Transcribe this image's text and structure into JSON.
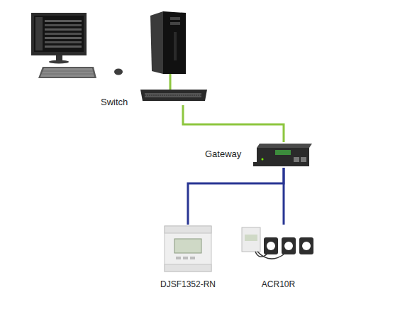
{
  "diagram": {
    "nodes": [
      {
        "text": [
          "Switch"
        ]
      },
      {
        "text": [
          "Gateway"
        ]
      },
      {
        "text": [
          "DJSF1352-RN"
        ]
      },
      {
        "text": [
          "ACR10R"
        ]
      }
    ],
    "edges": [
      {
        "from": 0,
        "to": 1,
        "arrow": "none"
      },
      {
        "from": 1,
        "to": 2,
        "arrow": "none"
      },
      {
        "from": 1,
        "to": 3,
        "arrow": "none"
      }
    ]
  }
}
